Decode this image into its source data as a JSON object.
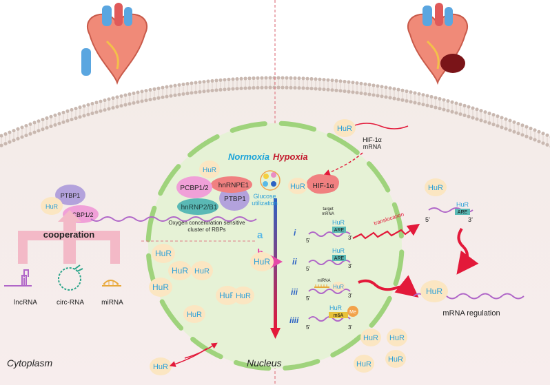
{
  "labels": {
    "normoxia": "Normoxia",
    "hypoxia": "Hypoxia",
    "cytoplasm": "Cytoplasm",
    "nucleus": "Nucleus",
    "cooperation": "cooperation",
    "lncrna": "lncRNA",
    "circrna": "circ-RNA",
    "mirna": "miRNA",
    "oxygen_cluster_line1": "Oxygen concentration sensitive",
    "oxygen_cluster_line2": "cluster of RBPs",
    "glucose_line1": "Glucose",
    "glucose_line2": "utilization",
    "hif_mrna_line1": "HIF-1α",
    "hif_mrna_line2": "mRNA",
    "hif_protein": "HIF-1α",
    "target_line1": "target",
    "target_line2": "mRNA",
    "translocation": "translocation",
    "mrna_regulation": "mRNA regulation",
    "step_a": "a",
    "step_b": "b",
    "roman_i": "i",
    "roman_ii": "ii",
    "roman_iii": "iii",
    "roman_iiii": "iiii",
    "five_prime": "5’",
    "three_prime": "3’",
    "are": "ARE",
    "mirna_small": "miRNA",
    "m6a": "m6A",
    "me": "Me"
  },
  "proteins": {
    "hur": "HuR",
    "ptbp1": "PTBP1",
    "pcbp12": "PCBP1/2",
    "hnrnpe1": "hnRNPE1",
    "hnrnp2b1": "hnRNP2/B1"
  },
  "colors": {
    "hur_fill": "#fbe6c2",
    "hur_text": "#2a9fd8",
    "nucleus_fill": "#e6f2d6",
    "nucleus_stroke": "#9fd37c",
    "membrane": "#c9b8b0",
    "normoxia": "#1aa3d9",
    "hypoxia": "#c3182c",
    "rna": "#b066c8",
    "arrow_red": "#e3193a",
    "cooperation_arrow": "#f3b9c7"
  }
}
